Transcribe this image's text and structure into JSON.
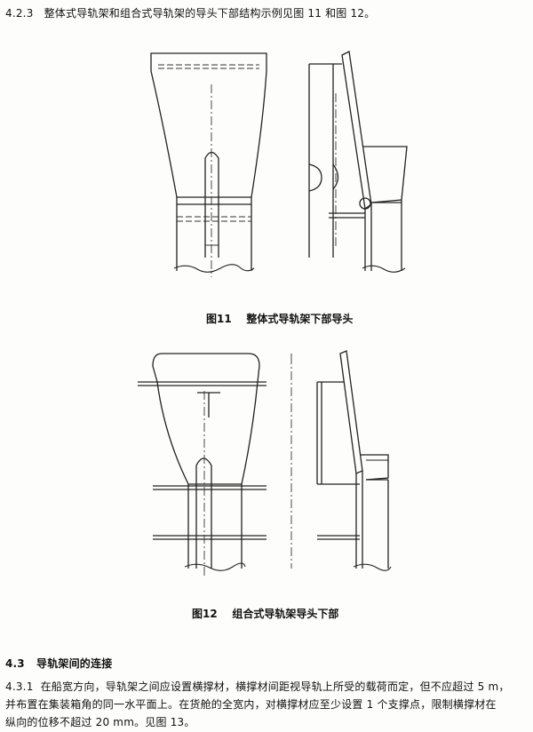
{
  "section_423": {
    "number": "4.2.3",
    "text": "整体式导轨架和组合式导轨架的导头下部结构示例见图 11 和图 12。"
  },
  "figure11": {
    "caption_label": "图11",
    "caption_title": "整体式导轨架下部导头"
  },
  "figure12": {
    "caption_label": "图12",
    "caption_title": "组合式导轨架导头下部"
  },
  "section_43": {
    "number": "4.3",
    "title": "导轨架间的连接"
  },
  "section_431": {
    "number": "4.3.1",
    "line1": "在船宽方向，导轨架之间应设置横撑材，横撑材间距视导轨上所受的载荷而定，但不应超过 5 m，",
    "line2": "并布置在集装箱角的同一水平面上。在货舱的全宽内，对横撑材应至少设置 1 个支撑点，限制横撑材在",
    "line3": "纵向的位移不超过 20 mm。见图 13。"
  }
}
